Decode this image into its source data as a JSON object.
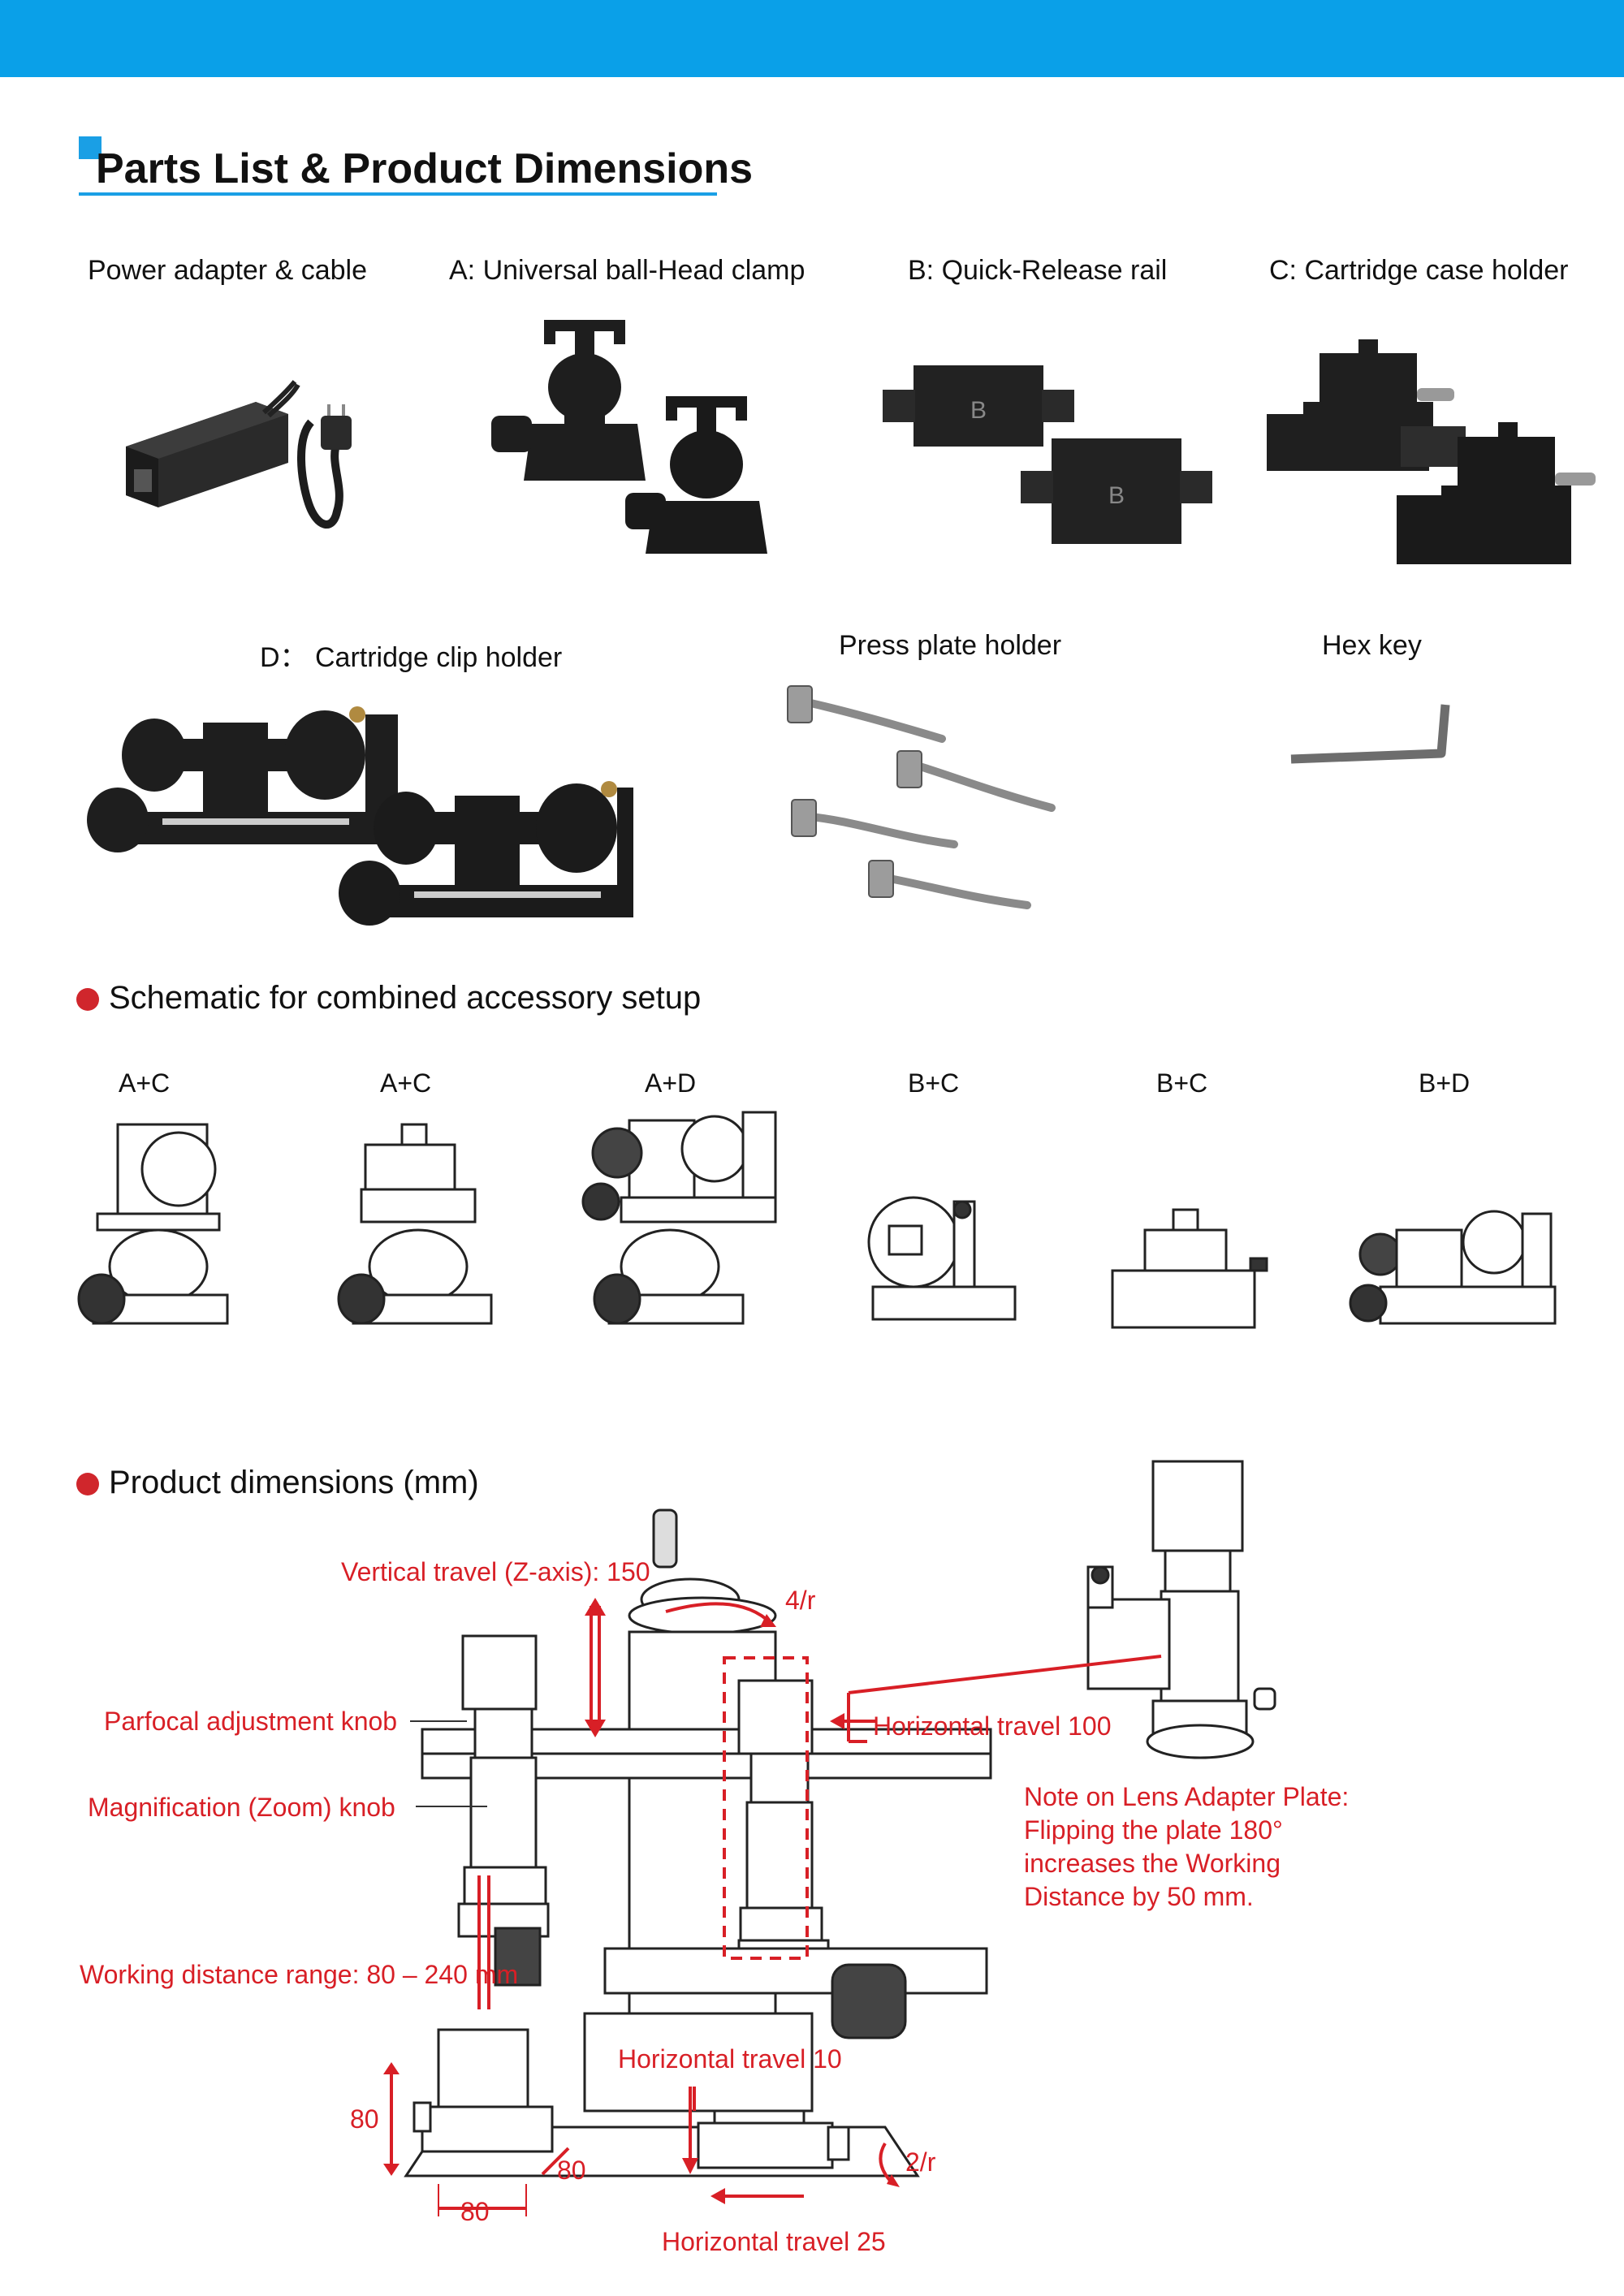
{
  "header": {
    "title": "Parts List & Product Dimensions",
    "accent_color": "#1a9fe5"
  },
  "parts": {
    "power": "Power adapter & cable",
    "a": "A: Universal ball-Head clamp",
    "b": "B: Quick-Release rail",
    "c": "C: Cartridge case holder",
    "d": "D： Cartridge clip holder",
    "press": "Press plate holder",
    "hex": "Hex key",
    "rail_letter": "B"
  },
  "schematic": {
    "heading": "Schematic for combined accessory setup",
    "combos": [
      "A+C",
      "A+C",
      "A+D",
      "B+C",
      "B+C",
      "B+D"
    ]
  },
  "dimensions": {
    "heading": "Product dimensions (mm)",
    "annotation_color": "#d81f26",
    "vertical_travel": "Vertical travel (Z-axis): 150",
    "rate_z": "4/r",
    "parfocal": "Parfocal adjustment knob",
    "zoom": "Magnification (Zoom) knob",
    "horizontal_100": "Horizontal travel 100",
    "note": "Note on Lens Adapter Plate: Flipping the plate 180° increases the Working Distance by 50 mm.",
    "working_distance": "Working distance range: 80 – 240 mm",
    "horizontal_10": "Horizontal travel 10",
    "rate_xy": "2/r",
    "h80": "80",
    "w80a": "80",
    "w80b": "80",
    "horizontal_25": "Horizontal travel 25"
  }
}
